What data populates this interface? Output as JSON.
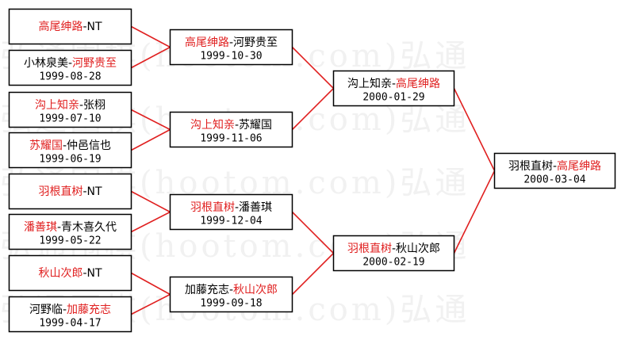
{
  "colors": {
    "winner": "#e02020",
    "text": "#000000",
    "line": "#e02020",
    "border": "#000000"
  },
  "watermark": "弘通围棋(hootom.com)弘通",
  "rounds": [
    [
      {
        "id": "r1m1a",
        "a": "高尾绅路",
        "b": "NT",
        "winner": "a",
        "date": ""
      },
      {
        "id": "r1m1b",
        "a": "小林泉美",
        "b": "河野贵至",
        "winner": "b",
        "date": "1999-08-28"
      },
      {
        "id": "r1m2a",
        "a": "沟上知亲",
        "b": "张栩",
        "winner": "a",
        "date": "1999-07-10"
      },
      {
        "id": "r1m2b",
        "a": "苏耀国",
        "b": "仲邑信也",
        "winner": "a",
        "date": "1999-06-19"
      },
      {
        "id": "r1m3a",
        "a": "羽根直树",
        "b": "NT",
        "winner": "a",
        "date": ""
      },
      {
        "id": "r1m3b",
        "a": "潘善琪",
        "b": "青木喜久代",
        "winner": "a",
        "date": "1999-05-22"
      },
      {
        "id": "r1m4a",
        "a": "秋山次郎",
        "b": "NT",
        "winner": "a",
        "date": ""
      },
      {
        "id": "r1m4b",
        "a": "河野临",
        "b": "加藤充志",
        "winner": "b",
        "date": "1999-04-17"
      }
    ],
    [
      {
        "id": "r2m1",
        "a": "高尾绅路",
        "b": "河野贵至",
        "winner": "a",
        "date": "1999-10-30"
      },
      {
        "id": "r2m2",
        "a": "沟上知亲",
        "b": "苏耀国",
        "winner": "a",
        "date": "1999-11-06"
      },
      {
        "id": "r2m3",
        "a": "羽根直树",
        "b": "潘善琪",
        "winner": "a",
        "date": "1999-12-04"
      },
      {
        "id": "r2m4",
        "a": "加藤充志",
        "b": "秋山次郎",
        "winner": "b",
        "date": "1999-09-18"
      }
    ],
    [
      {
        "id": "r3m1",
        "a": "沟上知亲",
        "b": "高尾绅路",
        "winner": "b",
        "date": "2000-01-29"
      },
      {
        "id": "r3m2",
        "a": "羽根直树",
        "b": "秋山次郎",
        "winner": "a",
        "date": "2000-02-19"
      }
    ],
    [
      {
        "id": "r4m1",
        "a": "羽根直树",
        "b": "高尾绅路",
        "winner": "b",
        "date": "2000-03-04"
      }
    ]
  ]
}
